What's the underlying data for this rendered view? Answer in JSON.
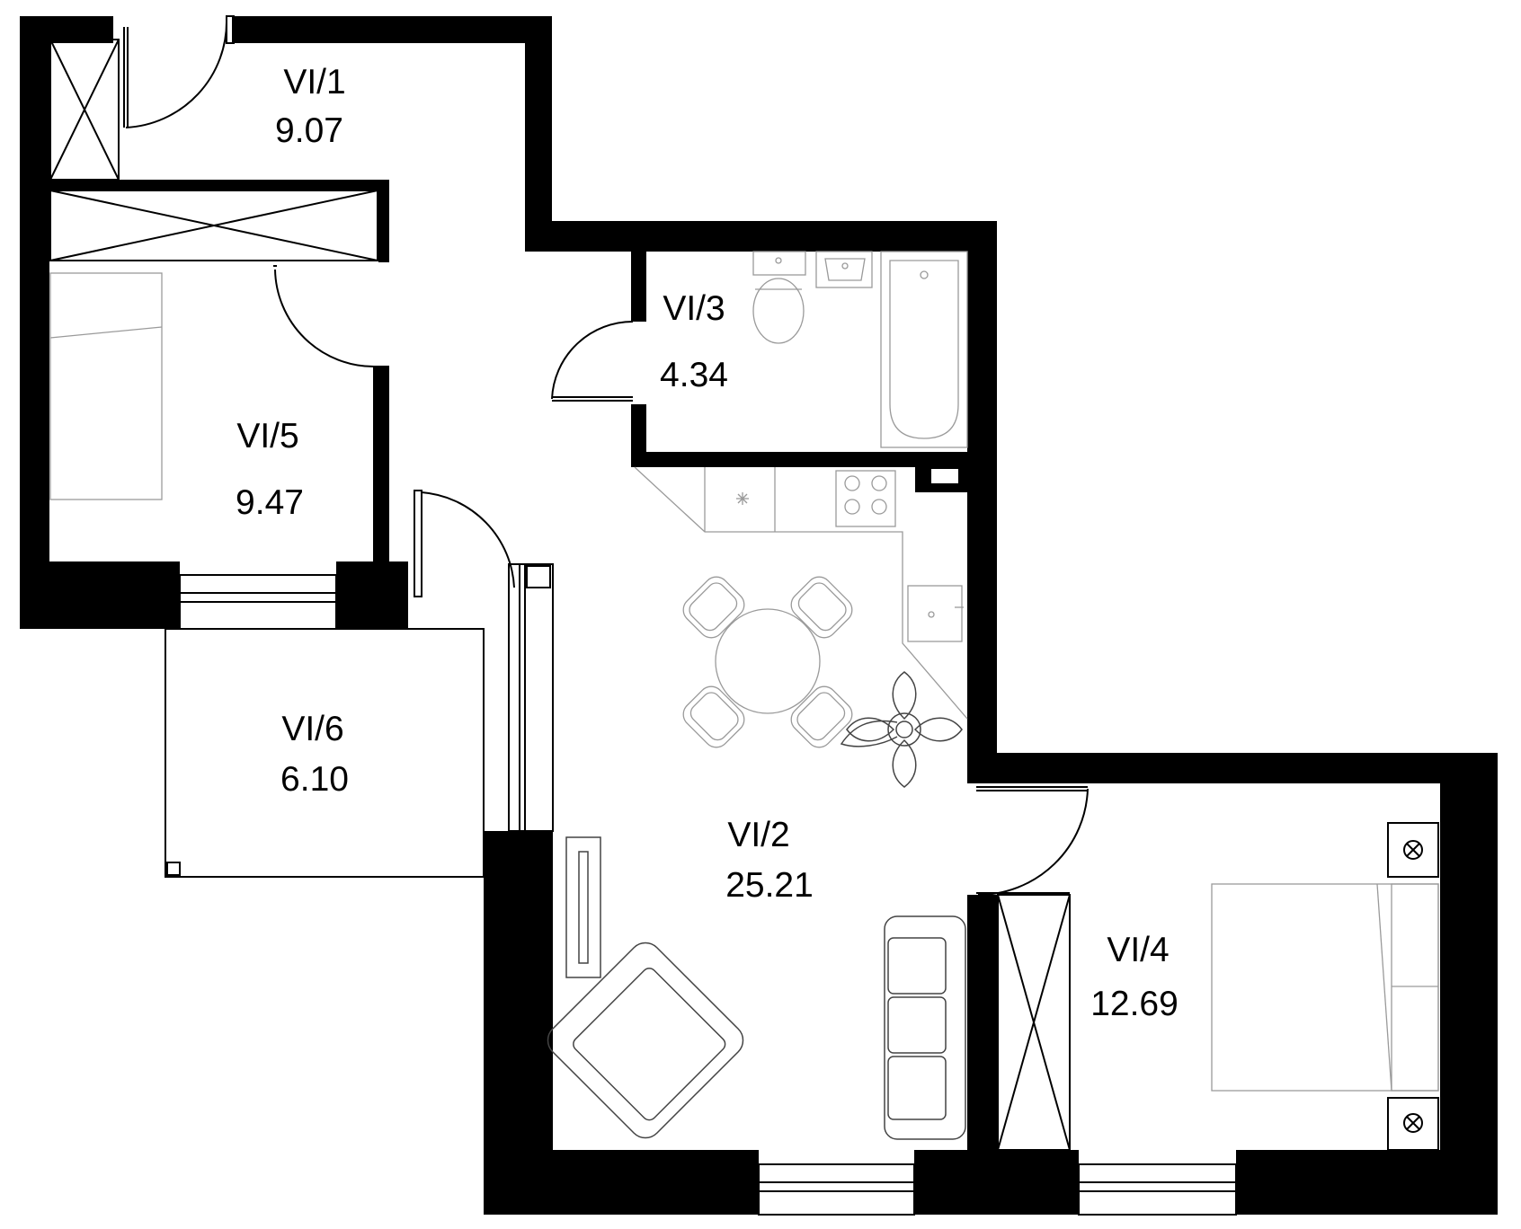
{
  "rooms": [
    {
      "code": "VI/1",
      "area": "9.07"
    },
    {
      "code": "VI/2",
      "area": "25.21"
    },
    {
      "code": "VI/3",
      "area": "4.34"
    },
    {
      "code": "VI/4",
      "area": "12.69"
    },
    {
      "code": "VI/5",
      "area": "9.47"
    },
    {
      "code": "VI/6",
      "area": "6.10"
    }
  ],
  "colors": {
    "wall": "#000000",
    "background": "#ffffff",
    "furniture": "#444444"
  }
}
